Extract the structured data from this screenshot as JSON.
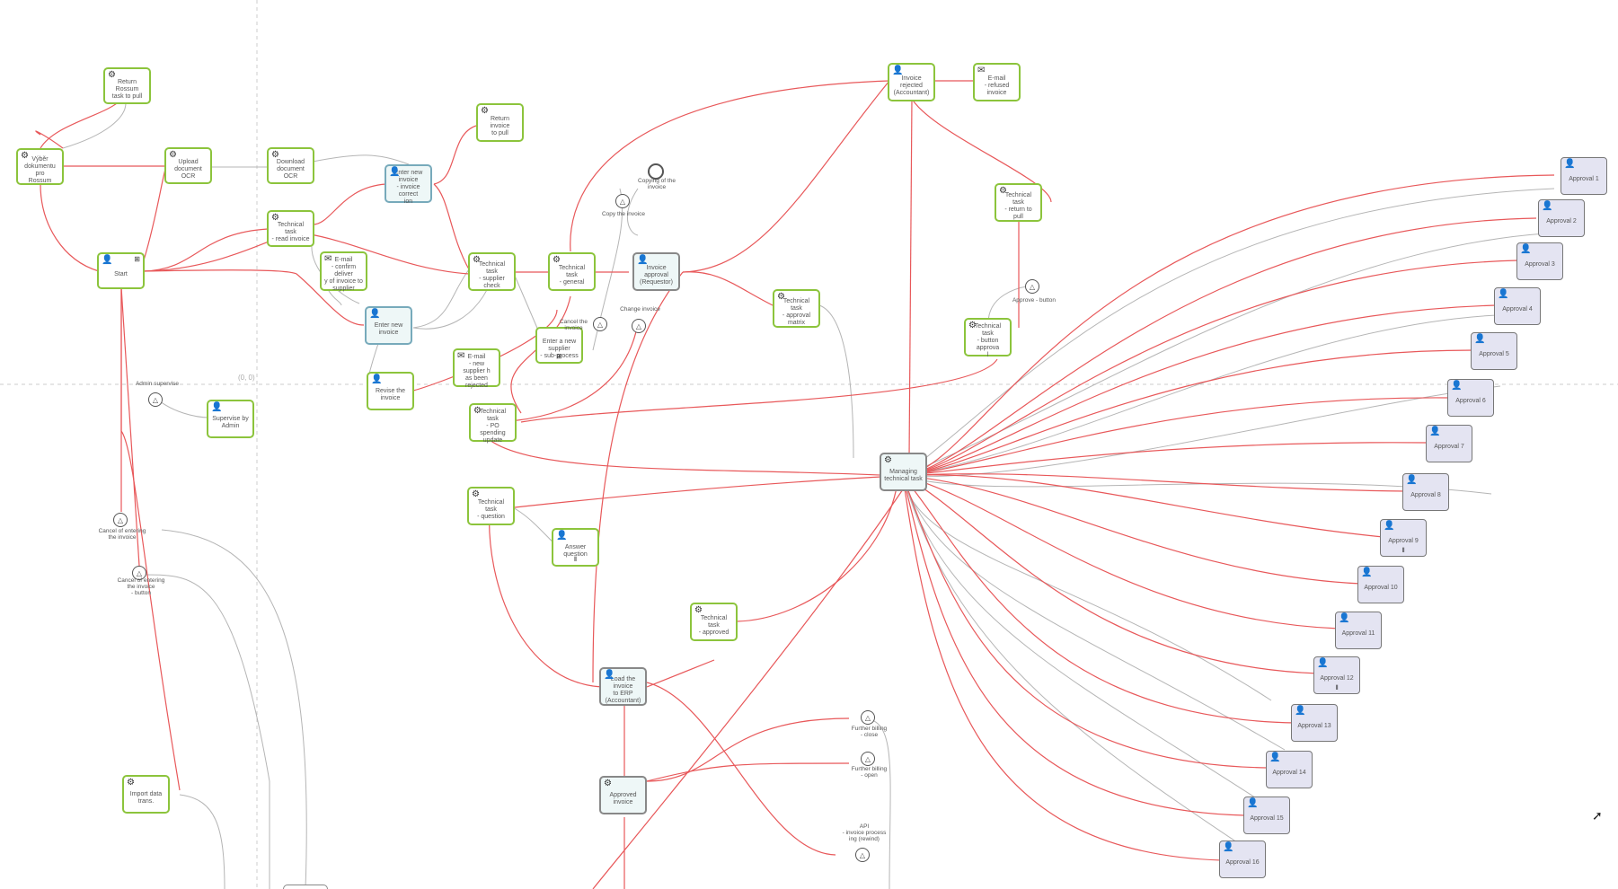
{
  "coord_label": "(0, 0)",
  "tasks": {
    "vyber": {
      "label": "Výběr\ndokumentu pro\nRossum",
      "icon": "⚙"
    },
    "return_rossum": {
      "label": "Return Rossum\ntask to pull",
      "icon": "⚙"
    },
    "upload_ocr": {
      "label": "Upload\ndocument OCR",
      "icon": "⚙"
    },
    "download_ocr": {
      "label": "Download\ndocument OCR",
      "icon": "⚙"
    },
    "start": {
      "label": "Start",
      "icon": "👤",
      "icon_r": "⊞"
    },
    "tech_read": {
      "label": "Technical task\n- read invoice",
      "icon": "⚙"
    },
    "email_confirm": {
      "label": "E-mail\n- confirm deliver\ny of invoice to\nsupplier",
      "icon": "✉"
    },
    "enter_new": {
      "label": "Enter new\ninvoice",
      "icon": "👤"
    },
    "enter_correct": {
      "label": "Enter new\ninvoice\n- invoice correct\nion",
      "icon": "👤"
    },
    "return_invoice": {
      "label": "Return invoice\nto pull",
      "icon": "⚙"
    },
    "tech_supplier": {
      "label": "Technical task\n- supplier check",
      "icon": "⚙"
    },
    "enter_supplier": {
      "label": "Enter a new\nsupplier\n- sub-process",
      "icon": "",
      "marker": "⊞"
    },
    "email_rejected": {
      "label": "E-mail\n- new supplier h\nas been rejected",
      "icon": "✉"
    },
    "revise": {
      "label": "Revise the\ninvoice",
      "icon": "👤"
    },
    "tech_po": {
      "label": "Technical task\n- PO spending\nupdate",
      "icon": "⚙"
    },
    "tech_general": {
      "label": "Technical task\n- general",
      "icon": "⚙"
    },
    "invoice_approval": {
      "label": "Invoice approval\n(Requestor)",
      "icon": "👤"
    },
    "invoice_rejected": {
      "label": "Invoice rejected\n(Accountant)",
      "icon": "👤"
    },
    "email_refused": {
      "label": "E-mail\n- refused invoice",
      "icon": "✉"
    },
    "tech_return": {
      "label": "Technical task\n- return to pull",
      "icon": "⚙"
    },
    "tech_approval_matrix": {
      "label": "Technical task\n- approval matrix",
      "icon": "⚙"
    },
    "tech_button": {
      "label": "Technical task\n- button approva\nl",
      "icon": "⚙"
    },
    "managing": {
      "label": "Managing\ntechnical task",
      "icon": "⚙"
    },
    "supervise": {
      "label": "Supervise by\nAdmin",
      "icon": "👤"
    },
    "tech_question": {
      "label": "Technical task\n- question",
      "icon": "⚙"
    },
    "answer_question": {
      "label": "Answer question",
      "icon": "👤",
      "marker": "⦀"
    },
    "tech_approved": {
      "label": "Technical task\n- approved",
      "icon": "⚙"
    },
    "load_erp": {
      "label": "Load the invoice\nto ERP\n(Accountant)",
      "icon": "👤"
    },
    "approved_invoice": {
      "label": "Approved\ninvoice",
      "icon": "⚙"
    },
    "import_data": {
      "label": "Import data\ntrans.",
      "icon": "⚙"
    }
  },
  "approvals": [
    {
      "label": "Approval 1",
      "marker": ""
    },
    {
      "label": "Approval 2",
      "marker": ""
    },
    {
      "label": "Approval 3",
      "marker": ""
    },
    {
      "label": "Approval 4",
      "marker": ""
    },
    {
      "label": "Approval 5",
      "marker": ""
    },
    {
      "label": "Approval 6",
      "marker": ""
    },
    {
      "label": "Approval 7",
      "marker": ""
    },
    {
      "label": "Approval 8",
      "marker": ""
    },
    {
      "label": "Approval 9",
      "marker": "⦀"
    },
    {
      "label": "Approval 10",
      "marker": ""
    },
    {
      "label": "Approval 11",
      "marker": ""
    },
    {
      "label": "Approval 12",
      "marker": "⦀"
    },
    {
      "label": "Approval 13",
      "marker": ""
    },
    {
      "label": "Approval 14",
      "marker": ""
    },
    {
      "label": "Approval 15",
      "marker": ""
    },
    {
      "label": "Approval 16",
      "marker": ""
    }
  ],
  "event_labels": {
    "copying": "Copying of the\ninvoice",
    "copy": "Copy the invoice",
    "cancel_invoice": "Cancel the\ninvoice",
    "change_invoice": "Change invoice",
    "approve_button": "Approve - button",
    "admin_supervise": "Admin supervise",
    "cancel_entering": "Cancel of entering\nthe invoice",
    "cancel_button": "Cancel of entering\nthe invoice\n- button",
    "further_close": "Further billing\n- close",
    "further_open": "Further billing\n- open",
    "api": "API\n- invoice process\ning (rewind)"
  },
  "colors": {
    "flow_red": "#e8585a",
    "flow_gray": "#b5b5b5",
    "task_border": "#8cc43c",
    "approval_fill": "#e4e4f2"
  }
}
